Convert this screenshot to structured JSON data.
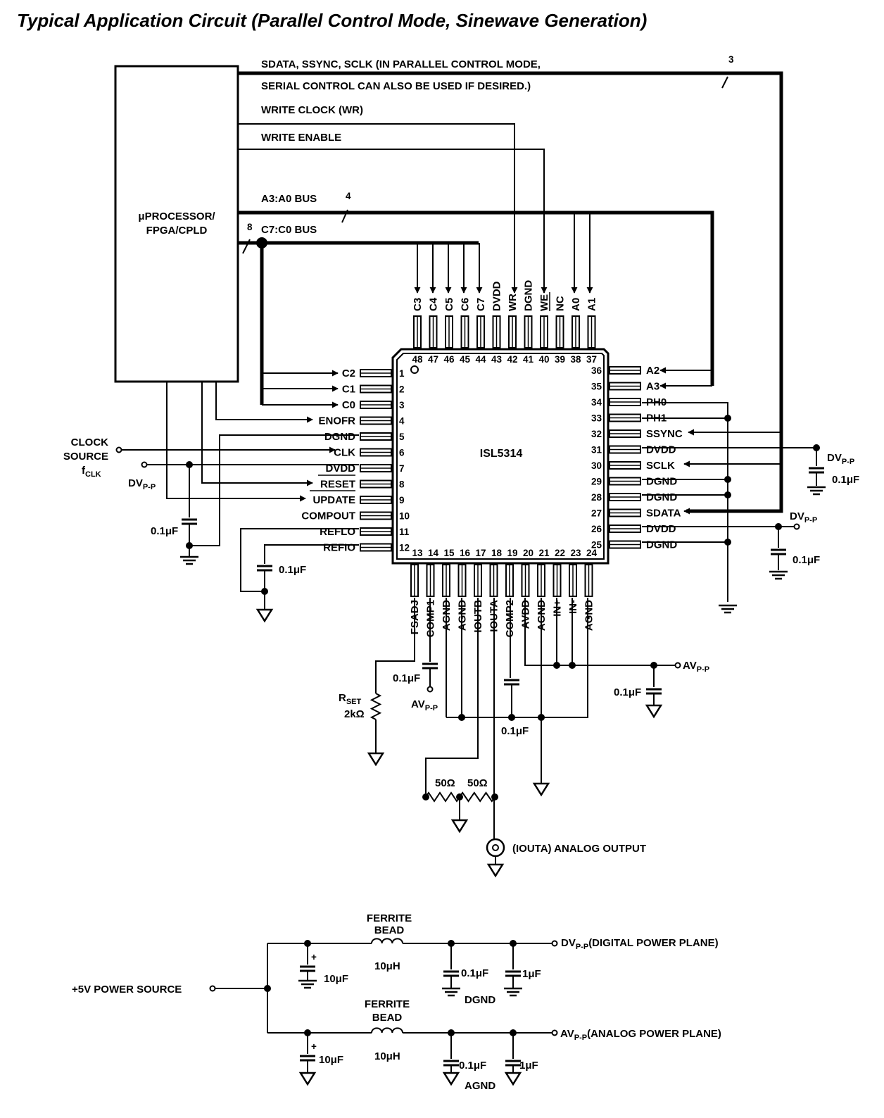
{
  "title": "Typical Application Circuit (Parallel Control Mode, Sinewave Generation)",
  "chip": {
    "name": "ISL5314"
  },
  "processor": {
    "line1": "μPROCESSOR/",
    "line2": "FPGA/CPLD"
  },
  "buses": {
    "serial_line1": "SDATA, SSYNC, SCLK (IN PARALLEL CONTROL MODE,",
    "serial_line2": "SERIAL CONTROL CAN ALSO BE USED IF DESIRED.)",
    "serial_width": "3",
    "write_clock": "WRITE CLOCK (WR)",
    "write_enable": "WRITE ENABLE",
    "addr_bus": "A3:A0 BUS",
    "addr_width": "4",
    "data_bus": "C7:C0 BUS",
    "data_width": "8"
  },
  "left_labels": {
    "clock_source_1": "CLOCK",
    "clock_source_2": "SOURCE",
    "fclk": "f",
    "fclk_sub": "CLK",
    "dvpp": "DV",
    "dvpp_sub": "P-P",
    "cap": "0.1μF"
  },
  "pins": {
    "top": [
      {
        "num": "48",
        "name": "C3"
      },
      {
        "num": "47",
        "name": "C4"
      },
      {
        "num": "46",
        "name": "C5"
      },
      {
        "num": "45",
        "name": "C6"
      },
      {
        "num": "44",
        "name": "C7"
      },
      {
        "num": "43",
        "name": "DVDD"
      },
      {
        "num": "42",
        "name": "WR"
      },
      {
        "num": "41",
        "name": "DGND"
      },
      {
        "num": "40",
        "name": "WE"
      },
      {
        "num": "39",
        "name": "NC"
      },
      {
        "num": "38",
        "name": "A0"
      },
      {
        "num": "37",
        "name": "A1"
      }
    ],
    "left": [
      {
        "num": "1",
        "name": "C2"
      },
      {
        "num": "2",
        "name": "C1"
      },
      {
        "num": "3",
        "name": "C0"
      },
      {
        "num": "4",
        "name": "ENOFR"
      },
      {
        "num": "5",
        "name": "DGND"
      },
      {
        "num": "6",
        "name": "CLK"
      },
      {
        "num": "7",
        "name": "DVDD"
      },
      {
        "num": "8",
        "name": "RESET"
      },
      {
        "num": "9",
        "name": "UPDATE"
      },
      {
        "num": "10",
        "name": "COMPOUT"
      },
      {
        "num": "11",
        "name": "REFLO"
      },
      {
        "num": "12",
        "name": "REFIO"
      }
    ],
    "right": [
      {
        "num": "36",
        "name": "A2"
      },
      {
        "num": "35",
        "name": "A3"
      },
      {
        "num": "34",
        "name": "PH0"
      },
      {
        "num": "33",
        "name": "PH1"
      },
      {
        "num": "32",
        "name": "SSYNC"
      },
      {
        "num": "31",
        "name": "DVDD"
      },
      {
        "num": "30",
        "name": "SCLK"
      },
      {
        "num": "29",
        "name": "DGND"
      },
      {
        "num": "28",
        "name": "DGND"
      },
      {
        "num": "27",
        "name": "SDATA"
      },
      {
        "num": "26",
        "name": "DVDD"
      },
      {
        "num": "25",
        "name": "DGND"
      }
    ],
    "bottom": [
      {
        "num": "13",
        "name": "FSADJ"
      },
      {
        "num": "14",
        "name": "COMP1"
      },
      {
        "num": "15",
        "name": "AGND"
      },
      {
        "num": "16",
        "name": "AGND"
      },
      {
        "num": "17",
        "name": "IOUTB"
      },
      {
        "num": "18",
        "name": "IOUTA"
      },
      {
        "num": "19",
        "name": "COMP2"
      },
      {
        "num": "20",
        "name": "AVDD"
      },
      {
        "num": "21",
        "name": "AGND"
      },
      {
        "num": "22",
        "name": "IN+"
      },
      {
        "num": "23",
        "name": "IN-"
      },
      {
        "num": "24",
        "name": "AGND"
      }
    ]
  },
  "right_labels": {
    "dv": "DV",
    "dv_sub": "P-P",
    "cap": "0.1μF"
  },
  "bottom_labels": {
    "cap": "0.1μF",
    "rset": "R",
    "rset_sub": "SET",
    "rset_val": "2kΩ",
    "av": "AV",
    "av_sub": "P-P",
    "r50": "50Ω",
    "analog_output": "(IOUTA) ANALOG OUTPUT"
  },
  "power": {
    "source": "+5V POWER SOURCE",
    "ferrite_1": "FERRITE",
    "ferrite_2": "BEAD",
    "inductor": "10μH",
    "cap_10": "10μF",
    "cap_01": "0.1μF",
    "cap_1": "1μF",
    "dgnd": "DGND",
    "agnd": "AGND",
    "dv": "DV",
    "dv_sub": "P-P",
    "digital_plane": "(DIGITAL POWER PLANE)",
    "av": "AV",
    "av_sub": "P-P",
    "analog_plane": "(ANALOG POWER PLANE)",
    "plus": "+"
  }
}
